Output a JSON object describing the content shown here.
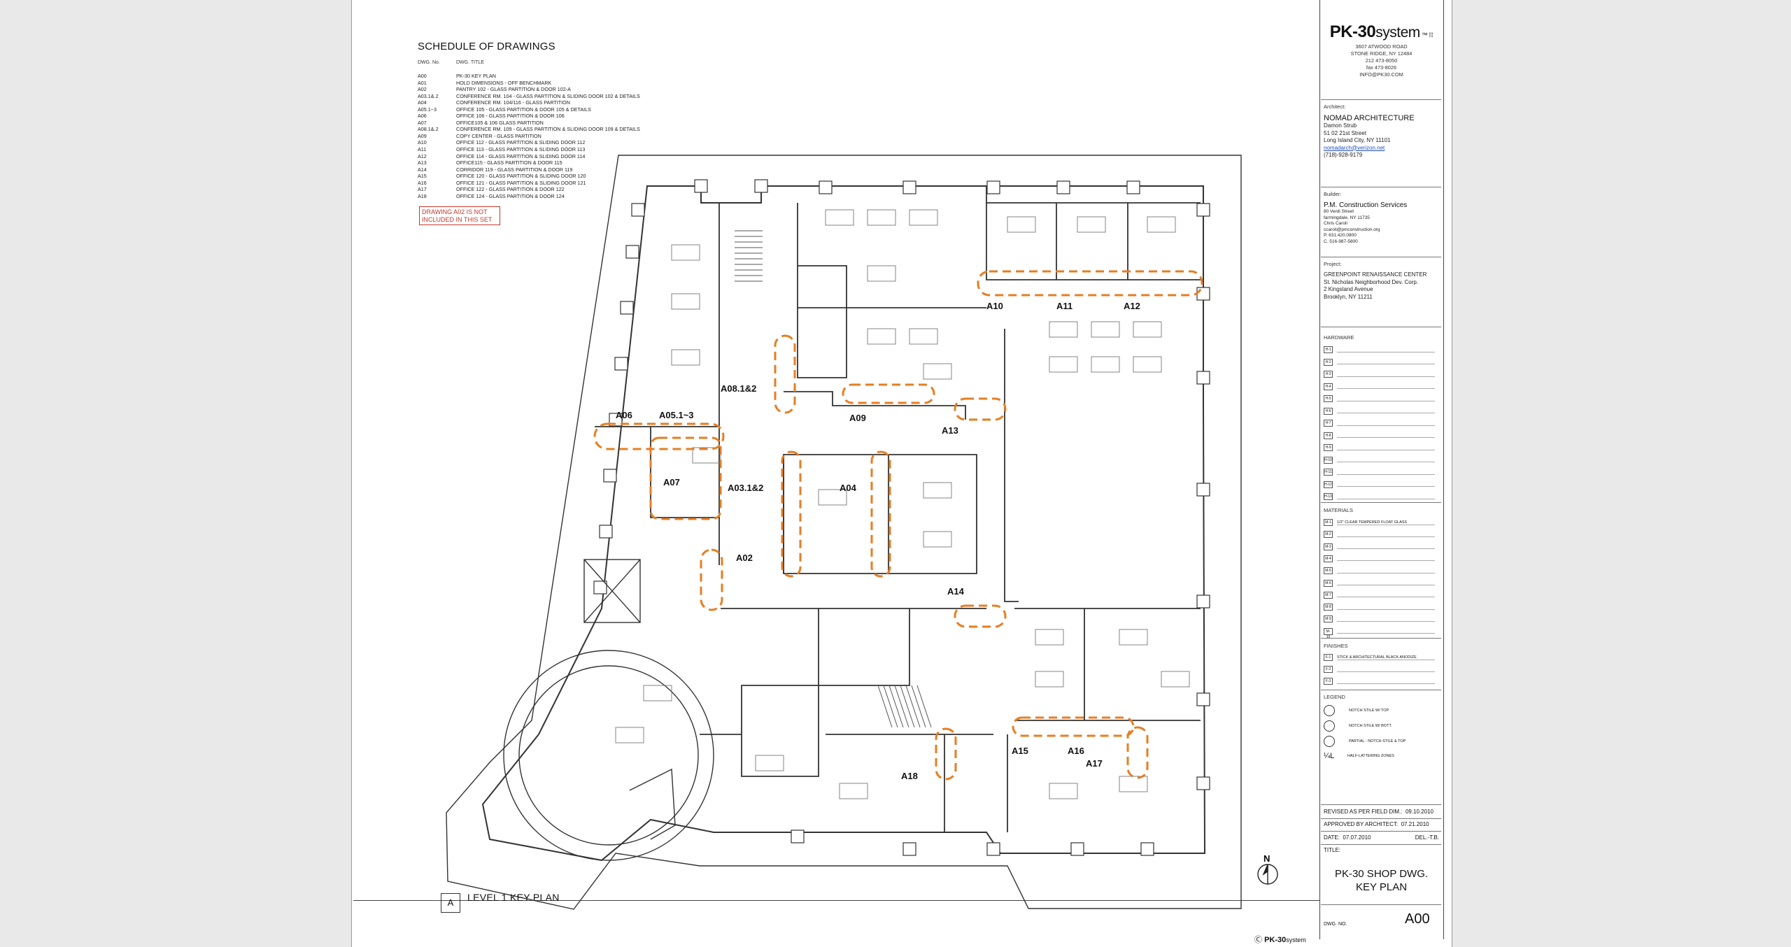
{
  "schedule": {
    "title": "SCHEDULE OF DRAWINGS",
    "col_no": "DWG. No.",
    "col_title": "DWG. TITLE",
    "rows": [
      {
        "no": "A00",
        "title": "PK-30 KEY PLAN"
      },
      {
        "no": "A01",
        "title": "HOLD DIMENSIONS - OFF BENCHMARK"
      },
      {
        "no": "A02",
        "title": "PANTRY 102 - GLASS PARTITION & DOOR 102-A"
      },
      {
        "no": "A03.1&.2",
        "title": "CONFERENCE RM. 104 - GLASS PARTITION & SLIDING DOOR 102 & DETAILS"
      },
      {
        "no": "A04",
        "title": "CONFERENCE RM. 104/116 - GLASS PARTITION"
      },
      {
        "no": "A05.1~3",
        "title": "OFFICE 105 - GLASS PARTITION & DOOR 105 & DETAILS"
      },
      {
        "no": "A06",
        "title": "OFFICE 106 - GLASS PARTITION & DOOR 106"
      },
      {
        "no": "A07",
        "title": "OFFICE105 & 106 GLASS PARTITION"
      },
      {
        "no": "A08.1&.2",
        "title": "CONFERENCE RM. 109 - GLASS PARTITION & SLIDING DOOR 109 & DETAILS"
      },
      {
        "no": "A09",
        "title": "COPY CENTER - GLASS PARTITION"
      },
      {
        "no": "A10",
        "title": "OFFICE 112 - GLASS PARTITION & SLIDING DOOR 112"
      },
      {
        "no": "A11",
        "title": "OFFICE 113 - GLASS PARTITION & SLIDING DOOR 113"
      },
      {
        "no": "A12",
        "title": "OFFICE 114 - GLASS PARTITION & SLIDING DOOR 114"
      },
      {
        "no": "A13",
        "title": "OFFICE115 - GLASS PARTITION & DOOR 115"
      },
      {
        "no": "A14",
        "title": "CORRIDOR 119 - GLASS PARTITION & DOOR 119"
      },
      {
        "no": "A15",
        "title": "OFFICE 120 - GLASS PARTITION & SLIDING DOOR 120"
      },
      {
        "no": "A16",
        "title": "OFFICE 121 - GLASS PARTITION & SLIDING DOOR 121"
      },
      {
        "no": "A17",
        "title": "OFFICE 122 - GLASS PARTITION & DOOR 122"
      },
      {
        "no": "A18",
        "title": "OFFICE 124 - GLASS PARTITION & DOOR 124"
      }
    ],
    "note": "DRAWING A02 IS NOT INCLUDED IN THIS SET"
  },
  "titleblock": {
    "logo_bold": "PK-30",
    "logo_light": "system",
    "logo_lines": [
      "3607 ATWOOD ROAD",
      "STONE RIDGE, NY 12484",
      "212 473-8050",
      "fax 473-8026",
      "INFO@PK30.COM"
    ],
    "architect_label": "Architect:",
    "architect_name": "NOMAD ARCHITECTURE",
    "architect_lines": [
      "Damon Strub",
      "51 02 21st Street",
      "Long Island City, NY 11101"
    ],
    "architect_email": "nomadarch@verizon.net",
    "architect_phone": "(718)-928-9179",
    "builder_label": "Builder:",
    "builder_name": "P.M. Construction Services",
    "builder_lines": [
      "80 Verdi Street",
      "farmingdale, NY 11735",
      "Chris Caroli",
      "ccaroli@pmconstruction.org",
      "P. 631.420.0800",
      "C. 516-987-5800"
    ],
    "project_label": "Project:",
    "project_lines": [
      "GREENPOINT RENAISSANCE CENTER",
      "St. Nicholas Neighborhood Dev. Corp.",
      "2 Kingsland Avenue",
      "Brooklyn, NY 11211"
    ],
    "hardware_label": "HARDWARE",
    "hardware_codes": [
      "H-1",
      "H-2",
      "H-3",
      "H-4",
      "H-5",
      "H-6",
      "H-7",
      "H-8",
      "H-9",
      "H-10",
      "H-11",
      "H-12",
      "H-13"
    ],
    "materials_label": "MATERIALS",
    "materials_codes": [
      "M-1",
      "M-2",
      "M-3",
      "M-4",
      "M-5",
      "M-6",
      "M-7",
      "M-8",
      "M-9",
      "M-10"
    ],
    "materials_first": "1/2\" CLEAR TEMPERED FLOAT GLASS",
    "finishes_label": "FINISHES",
    "finishes_codes": [
      "F-1",
      "F-2",
      "F-3"
    ],
    "finishes_first": "STICK & ARCHITECTURAL BLACK ANODIZE",
    "legend_label": "LEGEND",
    "legend_items": [
      "NOTCH STILE W/ TOP",
      "NOTCH STILE W/ BOTT.",
      "PARTIAL - NOTCH STILE & TOP",
      "HALF-LATTERING ZONES"
    ],
    "legend_scale": "¼L",
    "revised_label": "REVISED AS PER FIELD DIM.:",
    "revised_date": "09.10.2010",
    "approved_label": "APPROVED BY ARCHITECT:",
    "approved_date": "07.21.2010",
    "date_label": "DATE:",
    "date_value": "07.07.2010",
    "del_label": "DEL.-T.B.",
    "title_label": "TITLE:",
    "title_line1": "PK-30 SHOP DWG.",
    "title_line2": "KEY PLAN",
    "dwg_label": "DWG. NO.",
    "dwg_no": "A00"
  },
  "plan": {
    "title": "LEVEL 1 KEY PLAN",
    "title_tag": "A",
    "north": "N",
    "callouts": [
      "A10",
      "A11",
      "A12",
      "A08.1&2",
      "A09",
      "A13",
      "A06",
      "A05.1~3",
      "A07",
      "A03.1&2",
      "A04",
      "A02",
      "A14",
      "A15",
      "A16",
      "A17",
      "A18"
    ]
  },
  "footer": {
    "logo": "PK-30",
    "suffix": "system"
  }
}
